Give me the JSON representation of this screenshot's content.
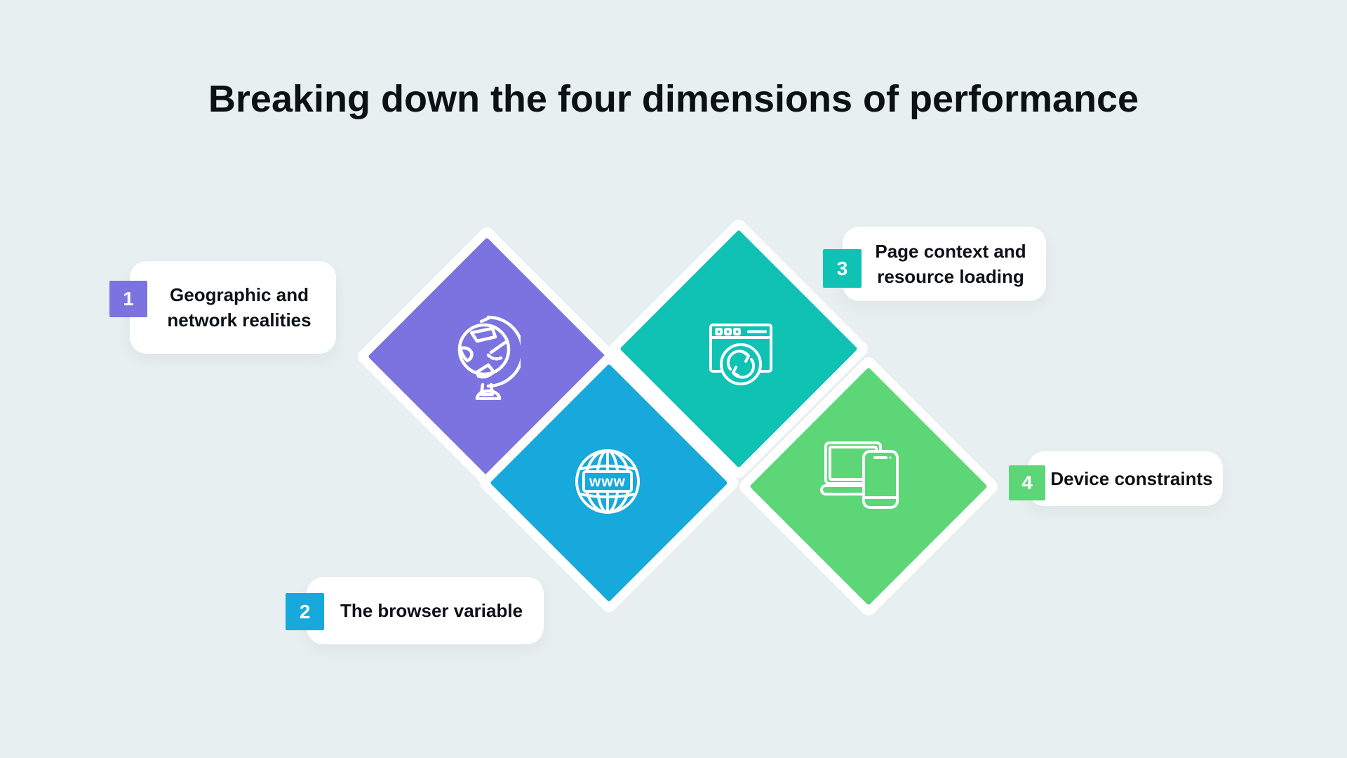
{
  "title": "Breaking down the four dimensions of performance",
  "colors": {
    "background": "#E8EFF1",
    "card": "#FFFFFF",
    "text": "#0C1116",
    "badge_text": "#FFFFFF",
    "purple": "#7A73E0",
    "blue": "#17A8DC",
    "teal": "#0FC2B4",
    "green": "#5CD677"
  },
  "items": [
    {
      "number": "1",
      "line1": "Geographic and",
      "line2": "network realities",
      "color": "#7A73E0",
      "icon": "desk-globe-icon"
    },
    {
      "number": "2",
      "line1": "The browser variable",
      "line2": "",
      "color": "#17A8DC",
      "icon": "www-globe-icon",
      "icon_text": "www"
    },
    {
      "number": "3",
      "line1": "Page context and",
      "line2": "resource loading",
      "color": "#0FC2B4",
      "icon": "browser-refresh-icon"
    },
    {
      "number": "4",
      "line1": "Device constraints",
      "line2": "",
      "color": "#5CD677",
      "icon": "laptop-phone-icon"
    }
  ]
}
